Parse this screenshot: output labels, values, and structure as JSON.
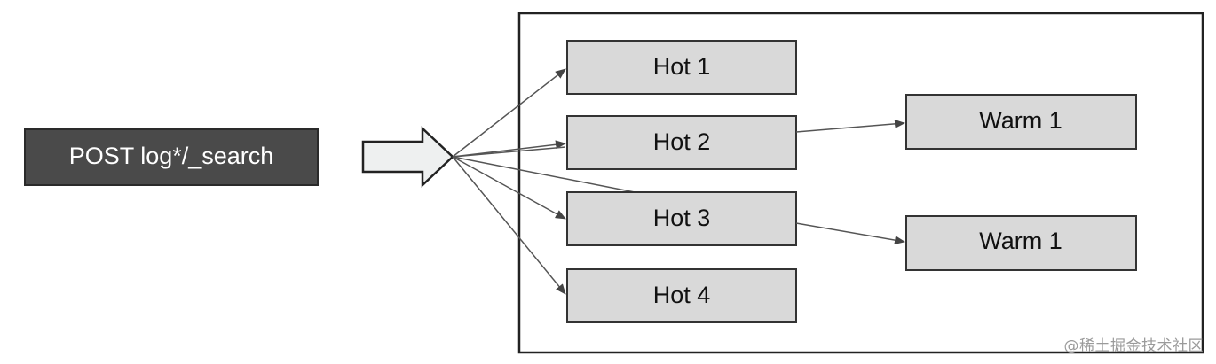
{
  "query": {
    "label": "POST log*/_search"
  },
  "nodes": {
    "hot": [
      "Hot 1",
      "Hot 2",
      "Hot 3",
      "Hot 4"
    ],
    "warm": [
      "Warm 1",
      "Warm 1"
    ]
  },
  "watermark": "@稀土掘金技术社区",
  "colors": {
    "query_fill": "#4a4a4a",
    "query_text": "#ffffff",
    "node_fill": "#d9d9d9",
    "node_border": "#333333",
    "cluster_border": "#222222",
    "arrow_fill": "#eef0f0",
    "edge": "#555555"
  }
}
